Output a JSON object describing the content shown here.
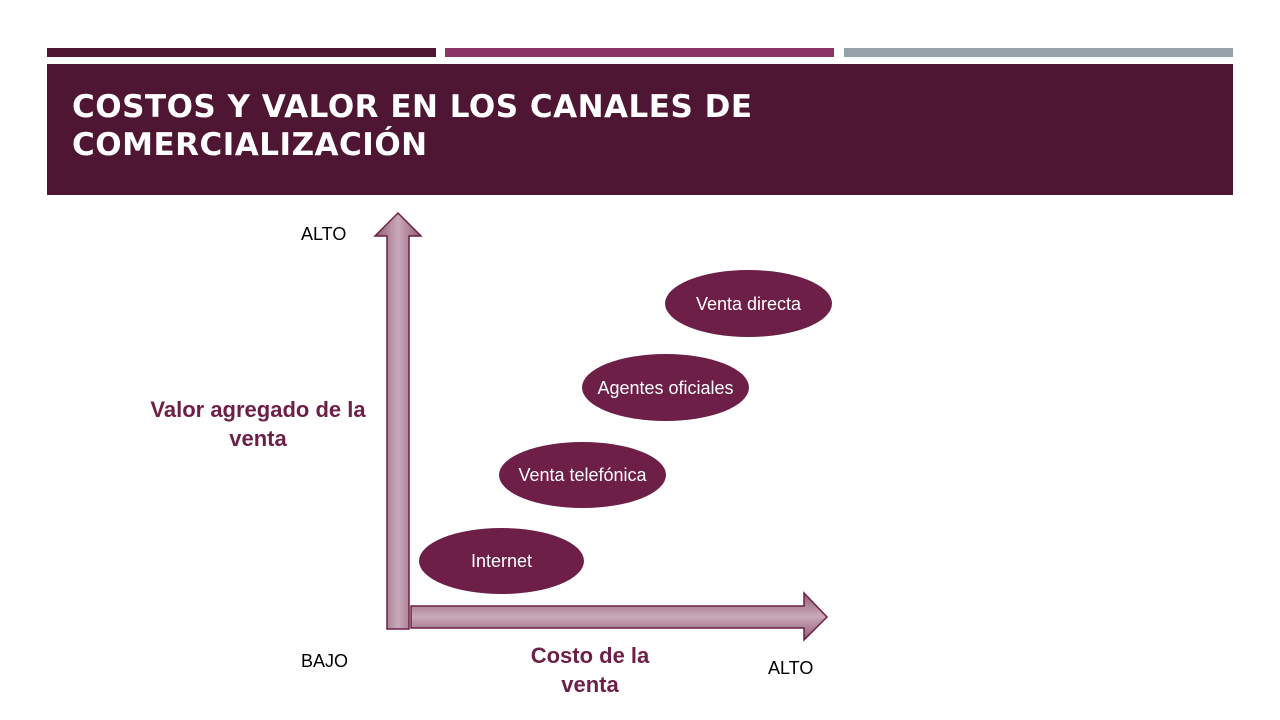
{
  "colors": {
    "bar1": "#4f1634",
    "bar2": "#8b3566",
    "bar3": "#97a1a9",
    "title_band": "#4f1634",
    "node_fill": "#6d1f47",
    "axis_title": "#6d1f47",
    "arrow_fill_light": "#c9aab9",
    "arrow_fill_dark": "#8f5a74",
    "arrow_stroke": "#6d1f47"
  },
  "title": "COSTOS Y VALOR EN LOS CANALES DE COMERCIALIZACIÓN",
  "diagram": {
    "y_axis": {
      "title": "Valor agregado de la venta",
      "high_label": "ALTO"
    },
    "x_axis": {
      "title": "Costo de la venta",
      "low_label": "BAJO",
      "high_label": "ALTO"
    },
    "channels": [
      {
        "label": "Internet"
      },
      {
        "label": "Venta telefónica"
      },
      {
        "label": "Agentes oficiales"
      },
      {
        "label": "Venta directa"
      }
    ]
  }
}
